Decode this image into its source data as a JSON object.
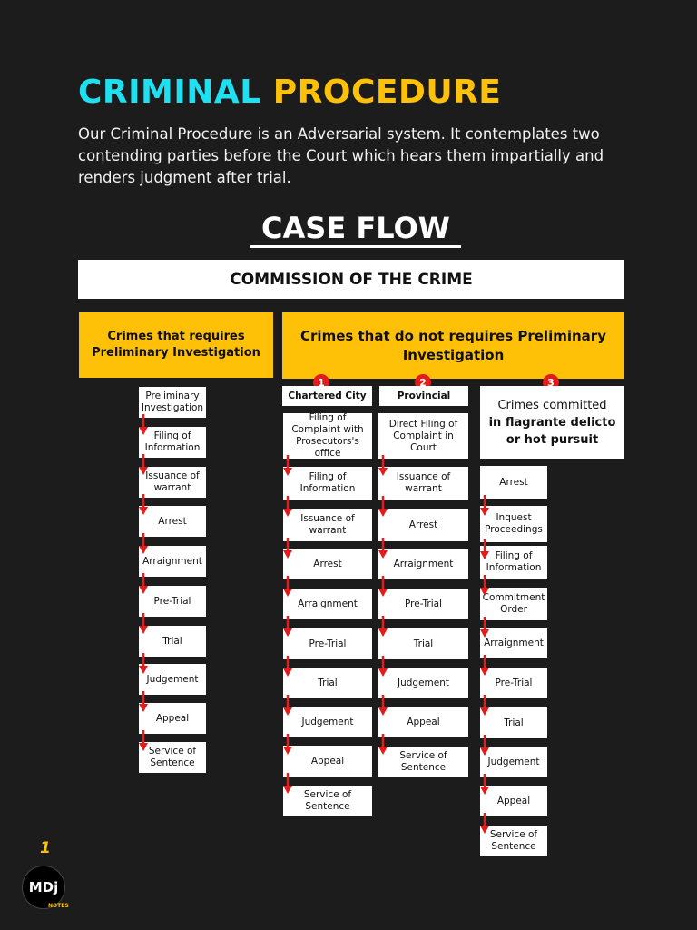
{
  "header": {
    "title_part1": "CRIMINAL",
    "title_part2": "PROCEDURE",
    "intro": "Our Criminal Procedure is an Adversarial system. It contemplates two contending parties before the Court which hears them impartially and renders judgment after trial."
  },
  "diagram": {
    "heading": "CASE FLOW",
    "root": "COMMISSION OF THE CRIME",
    "category_left": "Crimes that requires Preliminary Investigation",
    "category_right": "Crimes that do not  requires Preliminary Investigation",
    "column_pi": {
      "steps": [
        "Preliminary Investigation",
        "Filing of Information",
        "Issuance of warrant",
        "Arrest",
        "Arraignment",
        "Pre-Trial",
        "Trial",
        "Judgement",
        "Appeal",
        "Service of Sentence"
      ]
    },
    "column_chartered": {
      "number": "1",
      "label": "Chartered City",
      "steps": [
        "Filing of Complaint with Prosecutors's office",
        "Filing of Information",
        "Issuance of warrant",
        "Arrest",
        "Arraignment",
        "Pre-Trial",
        "Trial",
        "Judgement",
        "Appeal",
        "Service of Sentence"
      ]
    },
    "column_provincial": {
      "number": "2",
      "label": "Provincial",
      "steps": [
        "Direct Filing of Complaint in Court",
        "Issuance of warrant",
        "Arrest",
        "Arraignment",
        "Pre-Trial",
        "Trial",
        "Judgement",
        "Appeal",
        "Service of Sentence"
      ]
    },
    "column_flagrante": {
      "number": "3",
      "label_line1": "Crimes committed",
      "label_line2": "in flagrante delicto",
      "label_line3": "or hot pursuit",
      "steps": [
        "Arrest",
        "Inquest Proceedings",
        "Filing of Information",
        "Commitment Order",
        "Arraignment",
        "Pre-Trial",
        "Trial",
        "Judgement",
        "Appeal",
        "Service of Sentence"
      ]
    }
  },
  "footer": {
    "page_number": "1",
    "logo_text": "MDj",
    "logo_sub": "NOTES"
  },
  "colors": {
    "background": "#1c1c1c",
    "cyan": "#1ee0f0",
    "yellow": "#ffc107",
    "arrow_red": "#e21b1b",
    "box": "#ffffff"
  }
}
